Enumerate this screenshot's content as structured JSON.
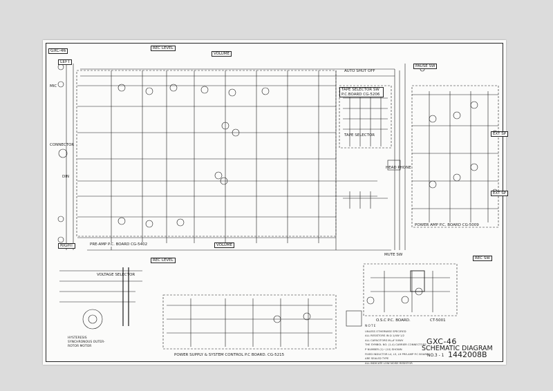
{
  "model_tag": "GXC-46",
  "channels": {
    "left": "LEFT",
    "right": "RIGHT"
  },
  "boards": {
    "preamp": "PRE-AMP P.C. BOARD  CG-5402",
    "tape_selector": "TAPE SELECTOR SW P.C.BOARD  CG-5206",
    "power_amp": "POWER AMP P.C. BOARD  CG-5009",
    "osc": "O.S.C  P.C. BOARD.",
    "osc_code": "CT-5001",
    "power_supply": "POWER SUPPLY & SYSTEM CONTROL P.C BOARD.  CG-5215"
  },
  "labels": {
    "rec_level_top": "REC LEVEL",
    "rec_level_bottom": "REC LEVEL",
    "volume_top": "VOLUME",
    "volume_bottom": "VOLUME",
    "connector": "CONNECTOR",
    "din": "DIN",
    "mic": "MIC",
    "voltage_selector": "VOLTAGE SELECTOR",
    "pause_sw": "PAUSE SW",
    "auto_shutoff": "AUTO SHUT OFF",
    "mute_sw": "MUTE SW",
    "rec_sw": "REC SW",
    "ext_sp_top": "EXT SP",
    "ext_sp_bottom": "EXT SP",
    "head_phone": "HEAD PHONE",
    "tape_selector": "TAPE SELECTOR",
    "motor": "HYSTERESIS SYNCHRONOUS OUTER-ROTOR MOTOR"
  },
  "notes": {
    "heading": "NOTE",
    "lines": [
      "UNLESS OTHERWISE SPECIFIED",
      "ALL RESISTORS IN Ω 1/4W 1/2",
      "ALL CAPACITORS IN μF 50WV",
      "THE SYMBOL NO. (1-4) CARRIER CONNECTORS",
      "P NUMBER (1)~(10) SHOWN",
      "FIXED INDUCTOR  L4, L5, L9 PRE-AMP P.C BOARD",
      "ARE SEALED TYPE",
      "ALL INDICATE LOW NOISE RESISTOR"
    ]
  },
  "title": {
    "model": "GXC-46",
    "name": "SCHEMATIC DIAGRAM",
    "number_label": "NO.3 - 1",
    "code": "1442008B"
  },
  "colors": {
    "ink": "#1a1a1a",
    "paper": "#fbfbfa",
    "background": "#dcdcdc"
  }
}
